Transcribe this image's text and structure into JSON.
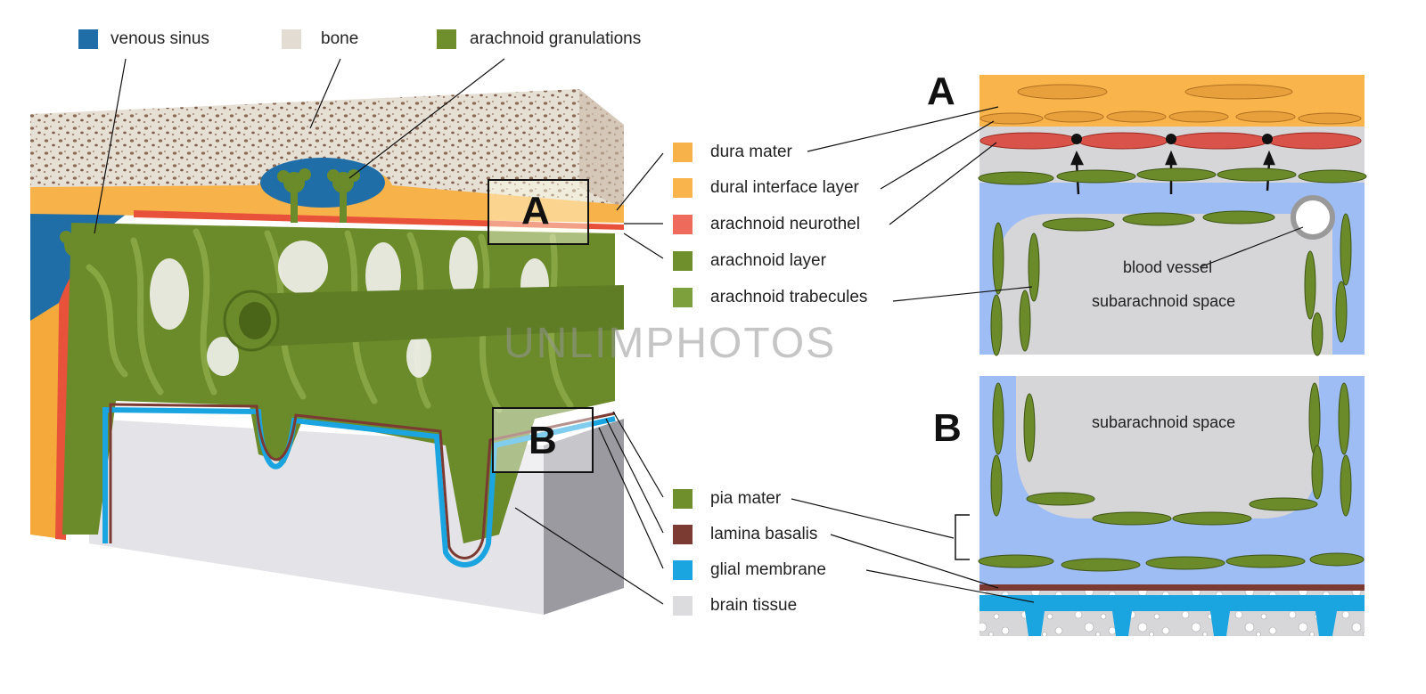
{
  "legend_top": [
    {
      "label": "venous sinus",
      "color": "#1f6ea8"
    },
    {
      "label": "bone",
      "color": "#e2dcd2"
    },
    {
      "label": "arachnoid granulations",
      "color": "#6f8f2d"
    }
  ],
  "legend_mid": [
    {
      "label": "dura mater",
      "color": "#f7b24a"
    },
    {
      "label": "dural interface layer",
      "color": "#f9b54c"
    },
    {
      "label": "arachnoid neurothel",
      "color": "#ee6a5a"
    },
    {
      "label": "arachnoid layer",
      "color": "#6f8f2d"
    },
    {
      "label": "arachnoid trabecules",
      "color": "#7ea03c"
    }
  ],
  "legend_bot": [
    {
      "label": "pia mater",
      "color": "#6f8f2d"
    },
    {
      "label": "lamina basalis",
      "color": "#7b3b32"
    },
    {
      "label": "glial membrane",
      "color": "#1aa4e0"
    },
    {
      "label": "brain tissue",
      "color": "#dcdcde"
    }
  ],
  "inset_a": {
    "letter": "A",
    "vessel": "blood vessel",
    "space": "subarachnoid space"
  },
  "inset_b": {
    "letter": "B",
    "space": "subarachnoid space"
  },
  "box_a": "A",
  "box_b": "B",
  "watermark": "UNLIMPHOTOS"
}
